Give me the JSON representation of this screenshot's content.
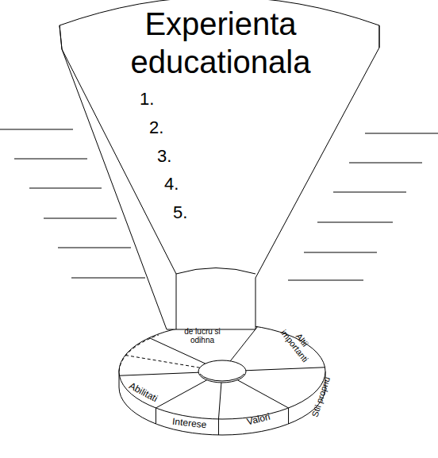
{
  "diagram": {
    "nodes": [
      {
        "text": [
          "Experienta educationala",
          "1.",
          "2.",
          "3.",
          "4.",
          "5."
        ]
      },
      {
        "text": [
          "de lucru si odihna"
        ]
      },
      {
        "text": [
          "Altii importanti"
        ]
      },
      {
        "text": [
          "Stil propriu"
        ]
      },
      {
        "text": [
          "Valori"
        ]
      },
      {
        "text": [
          "Interese"
        ]
      },
      {
        "text": [
          "Abilitati"
        ]
      }
    ]
  }
}
